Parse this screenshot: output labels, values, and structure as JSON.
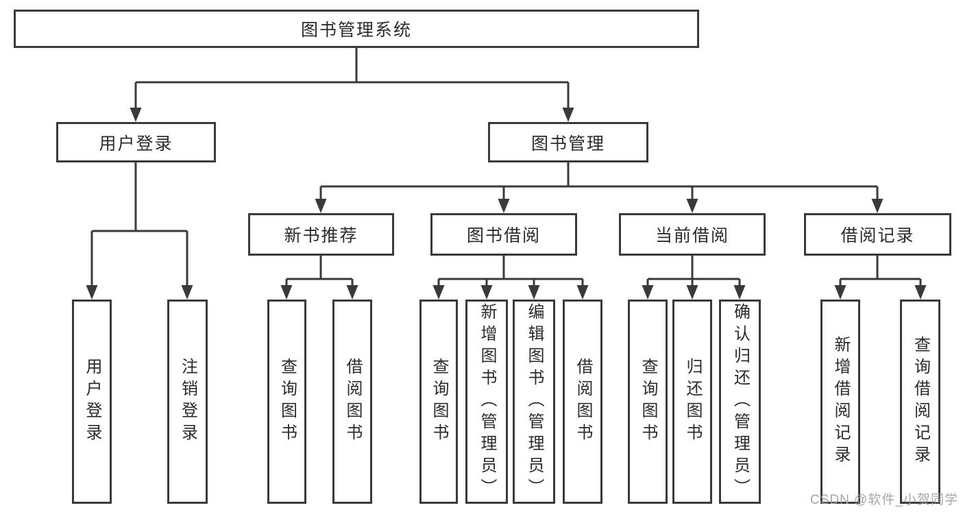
{
  "diagram_type": "hierarchy-tree",
  "colors": {
    "line": "#3A3A3A",
    "box_border": "#3A3A3A",
    "box_fill": "#FFFFFF",
    "text": "#2B2B2B",
    "watermark": "#9E9E9E"
  },
  "tree": {
    "label": "图书管理系统",
    "children": [
      {
        "label": "用户登录",
        "children": [
          {
            "label": "用户登录"
          },
          {
            "label": "注销登录"
          }
        ]
      },
      {
        "label": "图书管理",
        "children": [
          {
            "label": "新书推荐",
            "children": [
              {
                "label": "查询图书"
              },
              {
                "label": "借阅图书"
              }
            ]
          },
          {
            "label": "图书借阅",
            "children": [
              {
                "label": "查询图书"
              },
              {
                "label": "新增图书（管理员）"
              },
              {
                "label": "编辑图书（管理员）"
              },
              {
                "label": "借阅图书"
              }
            ]
          },
          {
            "label": "当前借阅",
            "children": [
              {
                "label": "查询图书"
              },
              {
                "label": "归还图书"
              },
              {
                "label": "确认归还（管理员）"
              }
            ]
          },
          {
            "label": "借阅记录",
            "children": [
              {
                "label": "新增借阅记录"
              },
              {
                "label": "查询借阅记录"
              }
            ]
          }
        ]
      }
    ]
  },
  "watermark": {
    "text": "CSDN @软件_小贺同学"
  }
}
